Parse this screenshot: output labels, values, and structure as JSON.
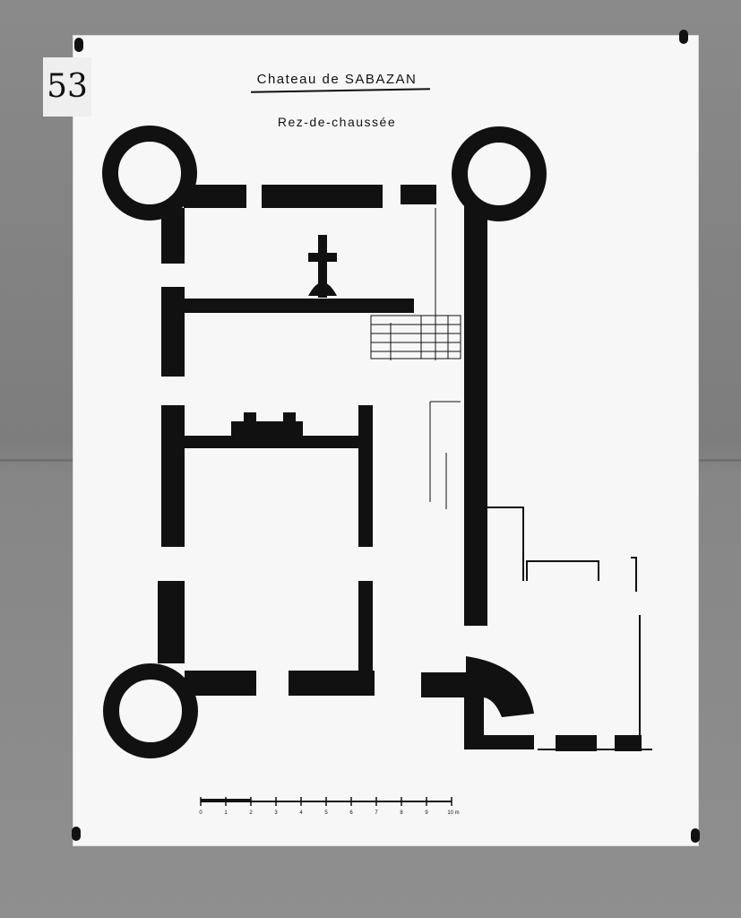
{
  "photo_tag": "53",
  "title": "Chateau de SABAZAN",
  "subtitle": "Rez-de-chaussée",
  "scale_bar": {
    "ticks": [
      "0",
      "1",
      "2",
      "3",
      "4",
      "5",
      "6",
      "7",
      "8",
      "9",
      "10 m"
    ]
  },
  "colors": {
    "ink": "#111111",
    "paper": "#f7f7f7",
    "background": "#858585"
  }
}
